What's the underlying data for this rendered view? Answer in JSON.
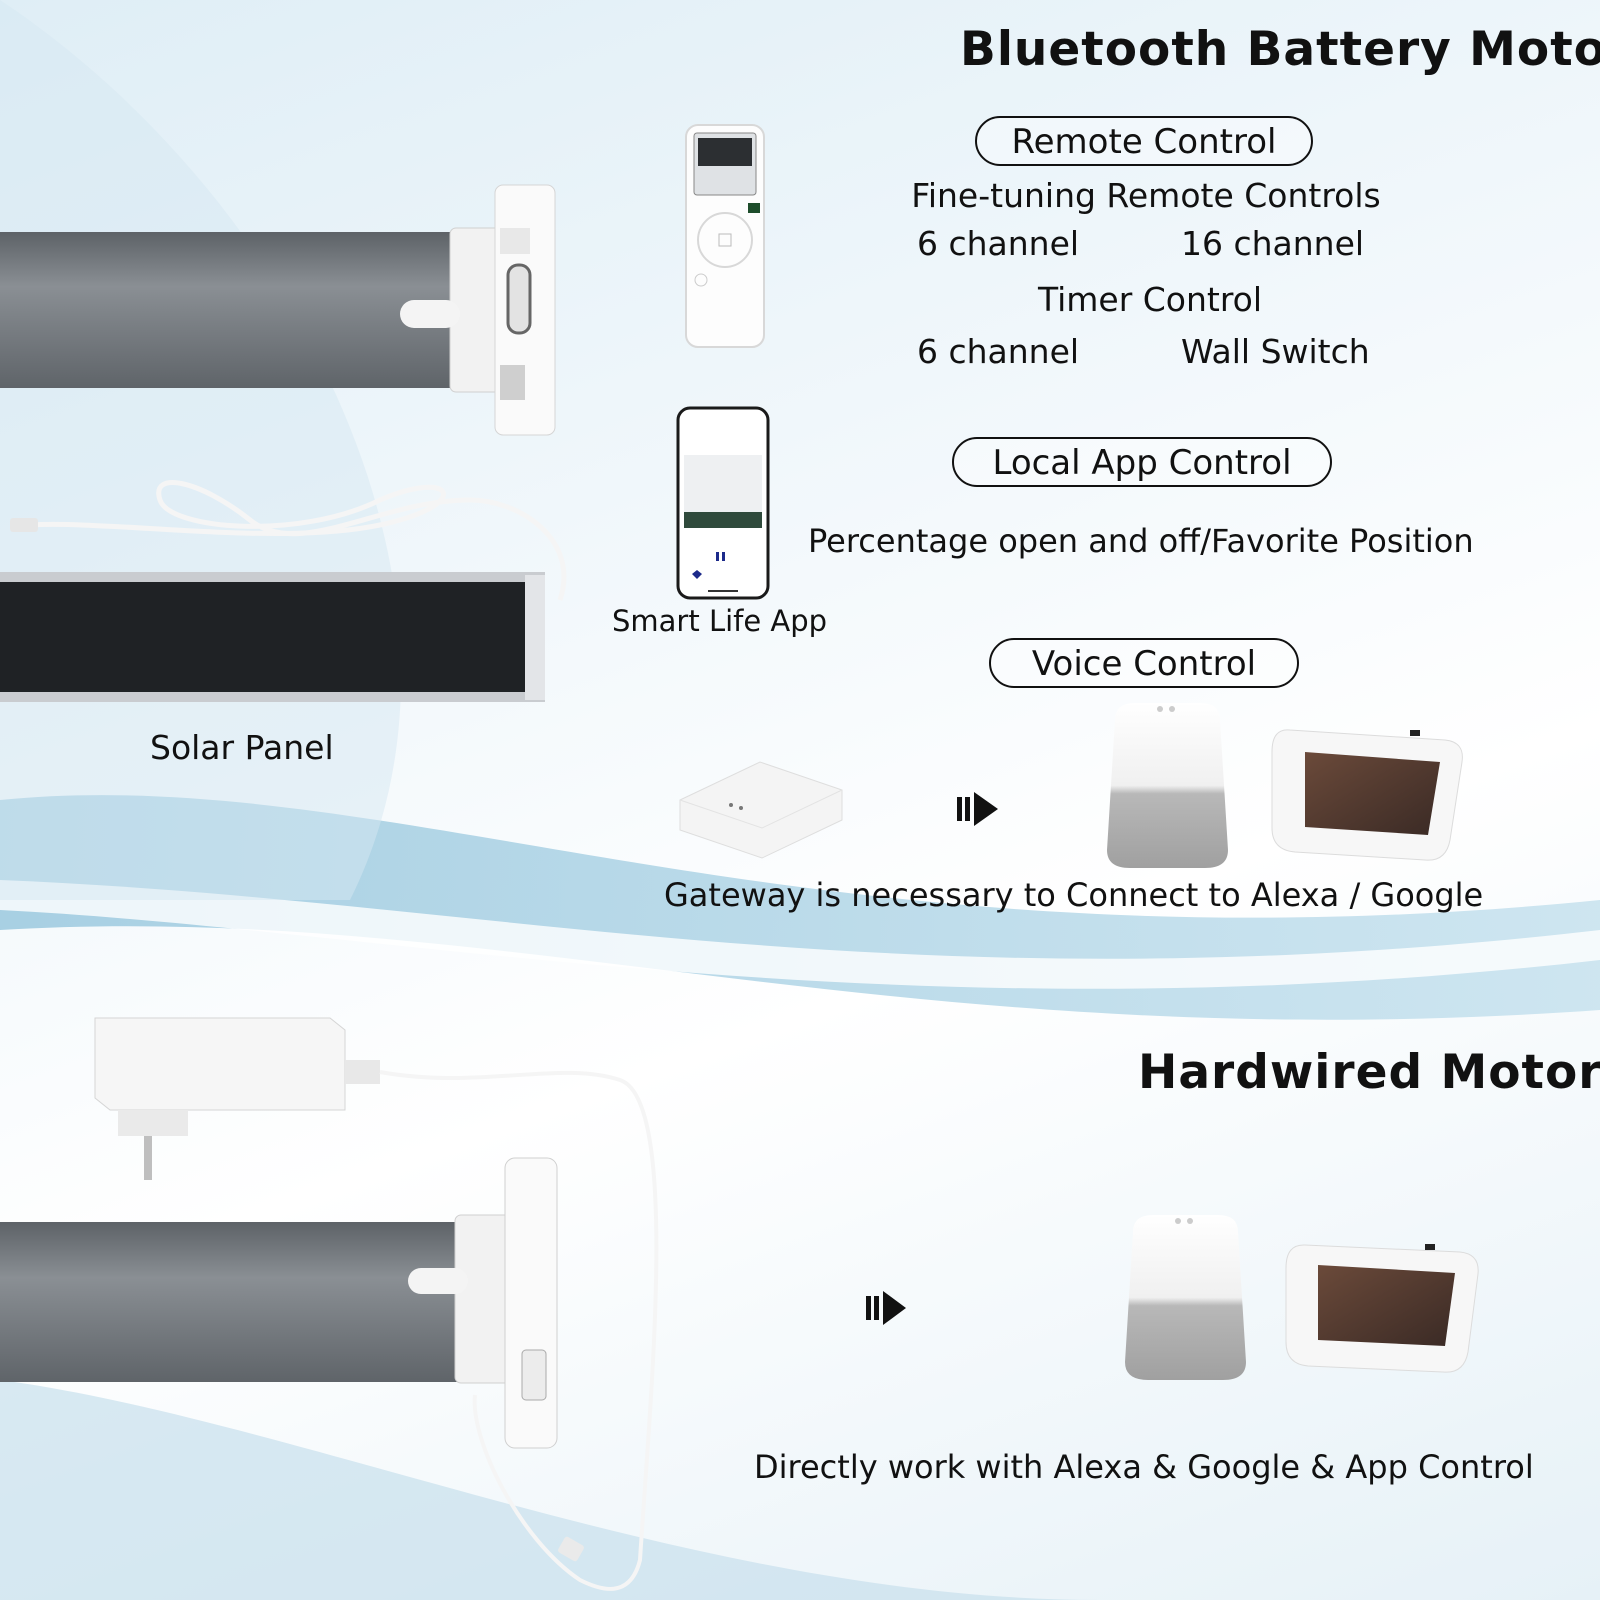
{
  "battery_section": {
    "title": "Bluetooth Battery Motor",
    "remote": {
      "pill": "Remote Control",
      "fine_tuning": "Fine-tuning Remote Controls",
      "opt1": "6 channel",
      "opt2": "16 channel",
      "timer": "Timer Control",
      "opt3": "6 channel",
      "opt4": "Wall Switch"
    },
    "app": {
      "pill": "Local App Control",
      "desc": "Percentage open and off/Favorite Position",
      "app_name": "Smart Life App"
    },
    "voice": {
      "pill": "Voice Control",
      "desc": "Gateway is necessary to Connect to Alexa / Google"
    },
    "solar_label": "Solar Panel"
  },
  "hardwired_section": {
    "title": "Hardwired Motor",
    "desc": "Directly work with Alexa & Google & App Control"
  },
  "colors": {
    "motor_tube": "#6f7479",
    "accent_wave": "#a9cfe0",
    "text": "#111111"
  }
}
